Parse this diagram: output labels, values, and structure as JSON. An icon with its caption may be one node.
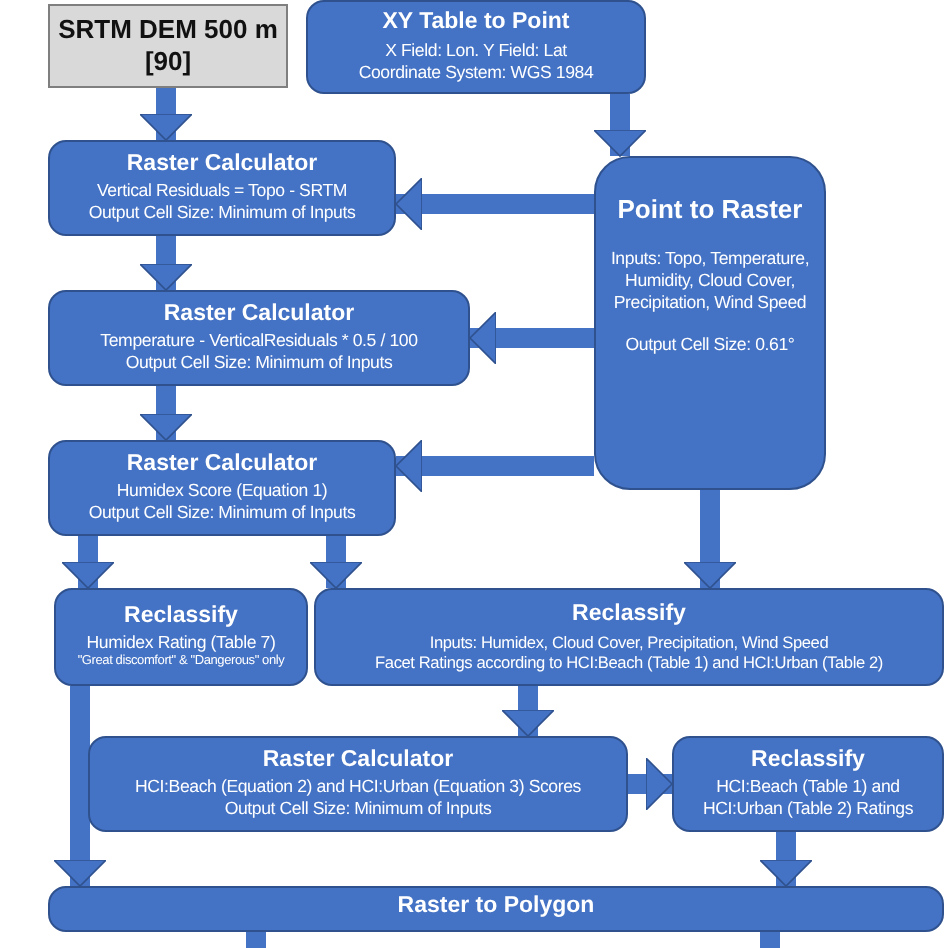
{
  "diagram": {
    "nodes": [
      {
        "text": [
          "SRTM DEM 500 m [90]"
        ]
      },
      {
        "text": [
          "XY Table to Point",
          "X Field: Lon. Y Field: Lat",
          "Coordinate System: WGS 1984"
        ]
      },
      {
        "text": [
          "Raster Calculator",
          "Vertical Residuals = Topo - SRTM",
          "Output Cell Size: Minimum of Inputs"
        ]
      },
      {
        "text": [
          "Point to Raster",
          "Inputs: Topo, Temperature, Humidity, Cloud Cover, Precipitation, Wind Speed",
          "Output Cell Size: 0.61°"
        ]
      },
      {
        "text": [
          "Raster Calculator",
          "Temperature - VerticalResiduals * 0.5 / 100",
          "Output Cell Size: Minimum of Inputs"
        ]
      },
      {
        "text": [
          "Raster Calculator",
          "Humidex Score (Equation 1)",
          "Output Cell Size: Minimum of Inputs"
        ]
      },
      {
        "text": [
          "Reclassify",
          "Humidex Rating (Table 7)",
          "\"Great discomfort\" & \"Dangerous\" only"
        ]
      },
      {
        "text": [
          "Reclassify",
          "Inputs: Humidex, Cloud Cover, Precipitation, Wind Speed",
          "Facet Ratings according to HCI:Beach (Table 1) and HCI:Urban (Table 2)"
        ]
      },
      {
        "text": [
          "Raster Calculator",
          "HCI:Beach (Equation 2) and HCI:Urban (Equation 3) Scores",
          "Output Cell Size: Minimum of Inputs"
        ]
      },
      {
        "text": [
          "Reclassify",
          "HCI:Beach (Table 1) and HCI:Urban (Table 2) Ratings"
        ]
      },
      {
        "text": [
          "Raster to Polygon"
        ]
      }
    ],
    "edges": [
      {
        "from": 0,
        "to": 2,
        "arrow": "to"
      },
      {
        "from": 1,
        "to": 3,
        "arrow": "to"
      },
      {
        "from": 3,
        "to": 2,
        "arrow": "to"
      },
      {
        "from": 2,
        "to": 4,
        "arrow": "to"
      },
      {
        "from": 3,
        "to": 4,
        "arrow": "to"
      },
      {
        "from": 4,
        "to": 5,
        "arrow": "to"
      },
      {
        "from": 3,
        "to": 5,
        "arrow": "to"
      },
      {
        "from": 5,
        "to": 6,
        "arrow": "to"
      },
      {
        "from": 5,
        "to": 7,
        "arrow": "to"
      },
      {
        "from": 3,
        "to": 7,
        "arrow": "to"
      },
      {
        "from": 7,
        "to": 8,
        "arrow": "to"
      },
      {
        "from": 8,
        "to": 9,
        "arrow": "to"
      },
      {
        "from": 6,
        "to": 10,
        "arrow": "to"
      },
      {
        "from": 9,
        "to": 10,
        "arrow": "to"
      },
      {
        "from": 10,
        "to": null,
        "arrow": "none"
      },
      {
        "from": 10,
        "to": null,
        "arrow": "none"
      }
    ]
  }
}
